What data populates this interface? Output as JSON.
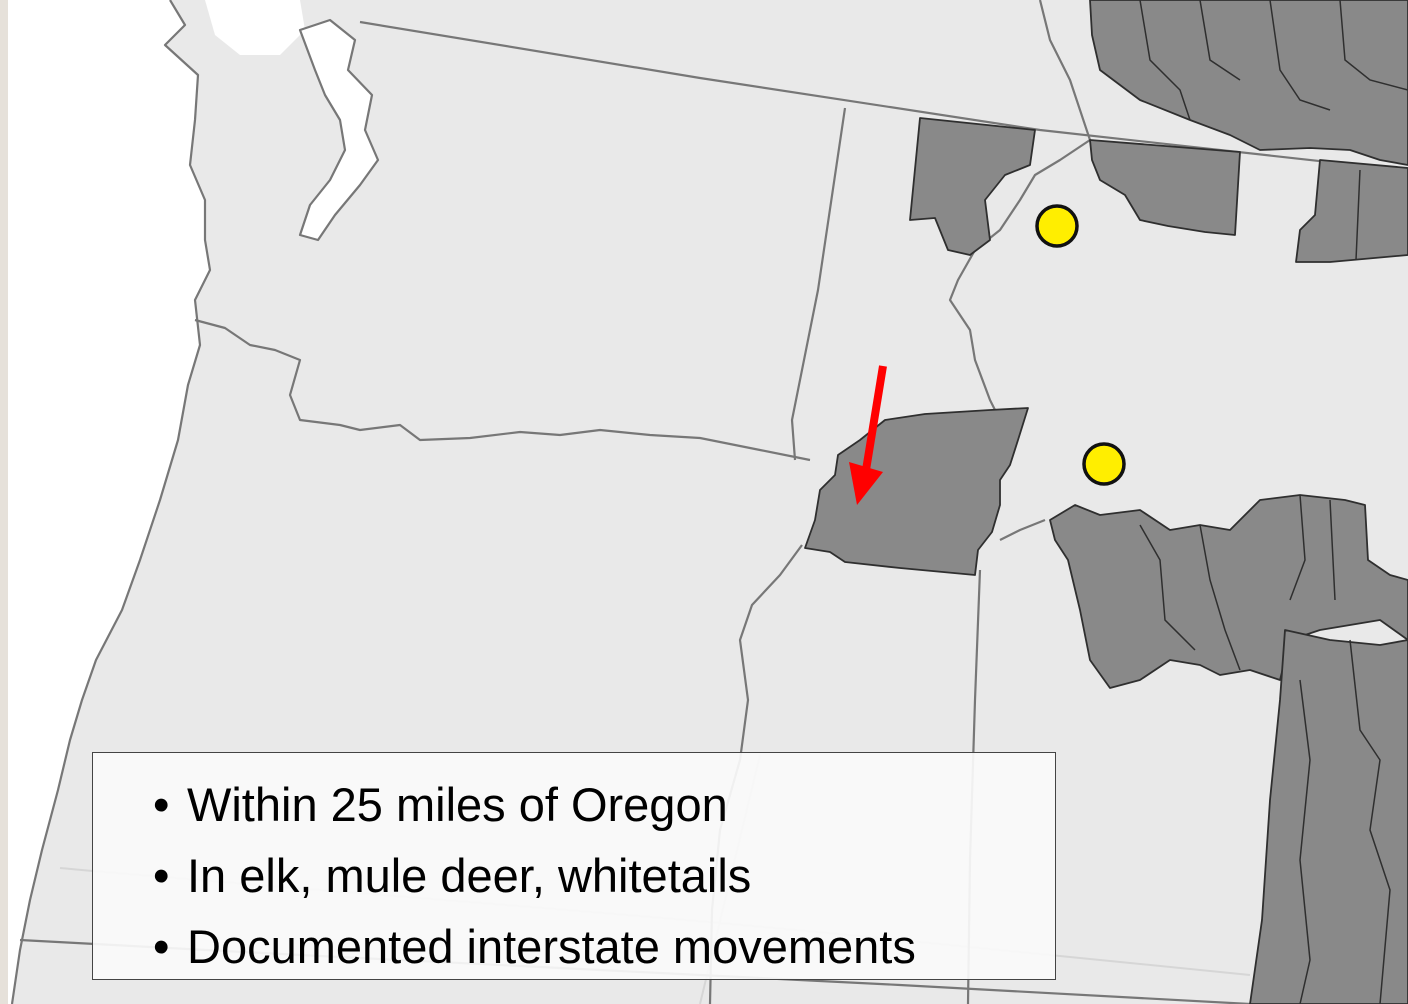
{
  "legend": {
    "items": [
      "Within 25 miles of Oregon",
      "In elk, mule deer, whitetails",
      "Documented interstate movements"
    ]
  },
  "colors": {
    "land": "#e9e9e9",
    "water": "#ffffff",
    "border": "#777777",
    "affected_area": "#898989",
    "marker": "#ffee00",
    "arrow": "#ff0000",
    "frame": "#e6e1da"
  },
  "markers": [
    {
      "id": "marker-north",
      "icon": "yellow-circle-marker"
    },
    {
      "id": "marker-south",
      "icon": "yellow-circle-marker"
    }
  ],
  "arrow": {
    "icon": "red-arrow-icon"
  }
}
